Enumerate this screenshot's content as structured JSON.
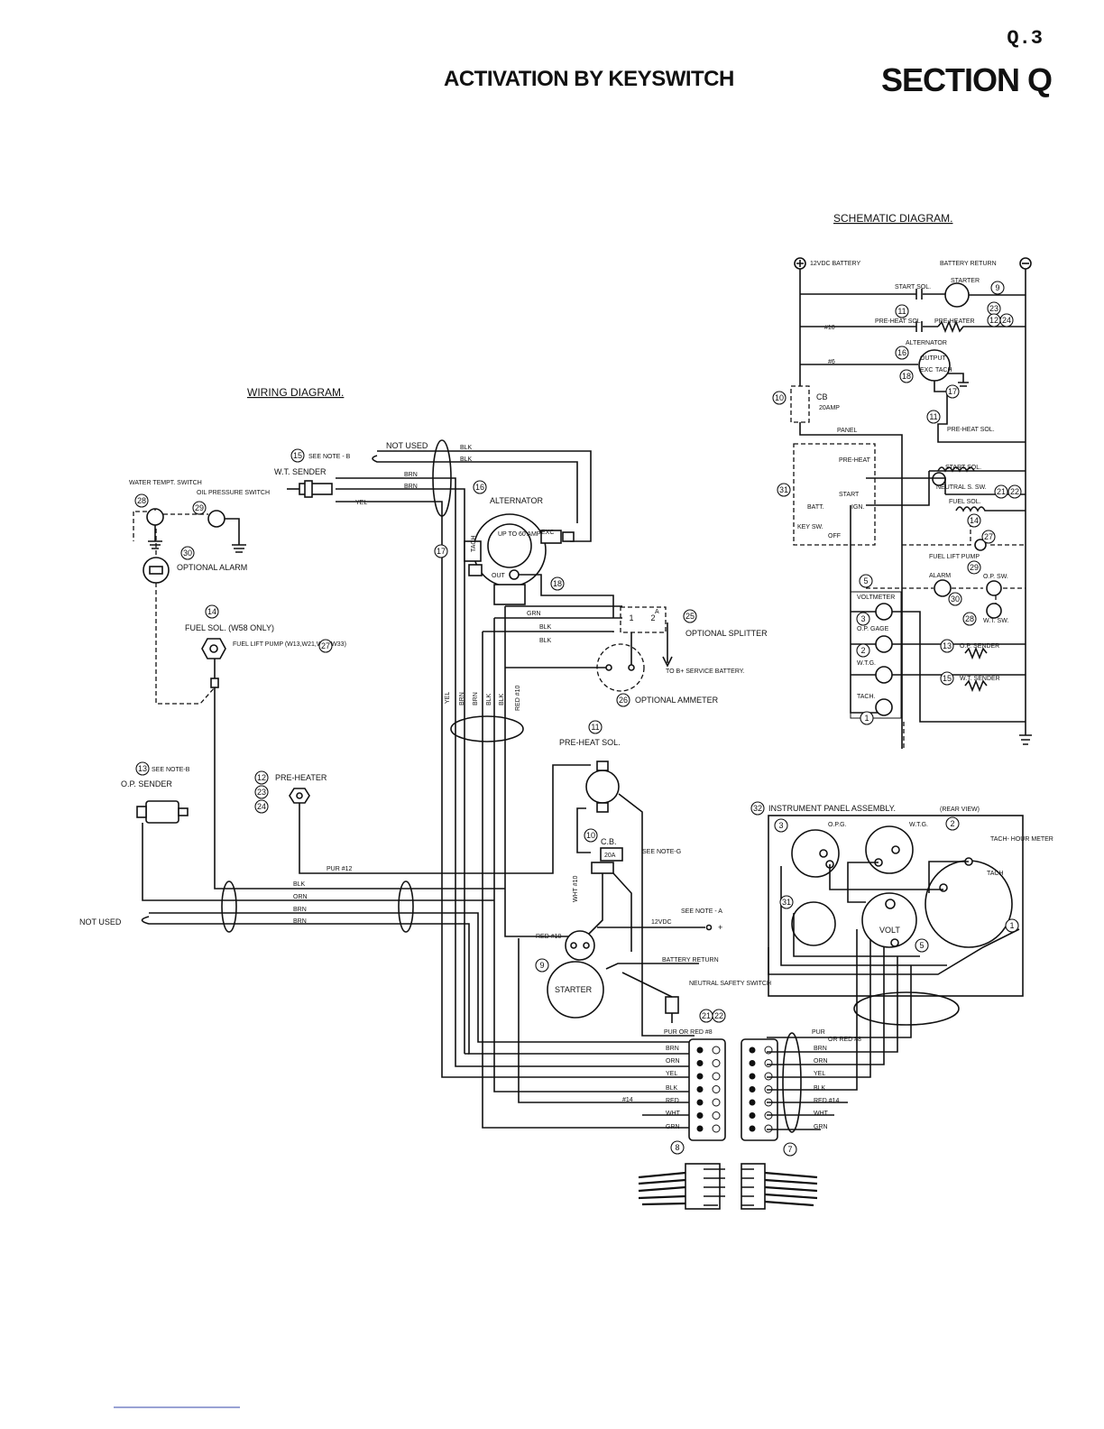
{
  "header": {
    "page_number": "Q.3",
    "title": "ACTIVATION BY KEYSWITCH",
    "section": "SECTION Q"
  },
  "wiring": {
    "title": "WIRING DIAGRAM.",
    "not_used_top": "NOT USED",
    "not_used_left": "NOT USED",
    "see_note_b": "SEE NOTE - B",
    "see_note_b2": "SEE NOTE-B",
    "see_note_g": "SEE NOTE-G",
    "see_note_a": "SEE NOTE - A",
    "wt_sender": "W.T. SENDER",
    "water_temp_switch": "WATER TEMPT. SWITCH",
    "oil_pressure_switch": "OIL PRESSURE SWITCH",
    "optional_alarm": "OPTIONAL ALARM",
    "fuel_sol": "FUEL SOL. (W58 ONLY)",
    "fuel_lift_pump": "FUEL LIFT PUMP (W13,W21,W27,W33)",
    "op_sender": "O.P. SENDER",
    "pre_heater": "PRE-HEATER",
    "alternator": "ALTERNATOR",
    "alt_up_to": "UP TO 60 AMP",
    "alt_out": "OUT",
    "alt_exc": "EXC",
    "alt_tach": "TACH",
    "optional_splitter": "OPTIONAL SPLITTER",
    "to_b_service": "TO B+ SERVICE BATTERY.",
    "optional_ammeter": "OPTIONAL AMMETER",
    "pre_heat_sol": "PRE-HEAT SOL.",
    "cb": "C.B.",
    "cb_20a": "20A",
    "v12dc": "12VDC",
    "battery_return": "BATTERY RETURN",
    "starter": "STARTER",
    "neutral_safety_switch": "NEUTRAL SAFETY SWITCH",
    "pur_or_red_8": "PUR OR RED #8",
    "pur12": "PUR #12",
    "red10": "RED #10",
    "wht10": "WHT #10",
    "n14": "#14",
    "wire_colors_top": [
      "BLK",
      "BLK",
      "BRN",
      "BRN",
      "YEL"
    ],
    "wire_colors_vert": [
      "YEL",
      "BRN",
      "BRN",
      "BLK",
      "BLK",
      "RED #10"
    ],
    "wire_colors_splitter": [
      "GRN",
      "BLK",
      "BLK"
    ],
    "wire_colors_bottom": [
      "BLK",
      "ORN",
      "BRN",
      "BRN"
    ],
    "plug_colors": [
      "BRN",
      "ORN",
      "YEL",
      "BLK",
      "RED",
      "WHT",
      "GRN"
    ],
    "panel_plug_colors": [
      "PUR",
      "OR RED #8",
      "BRN",
      "ORN",
      "YEL",
      "BLK",
      "RED #14",
      "WHT",
      "GRN"
    ],
    "callouts": [
      "15",
      "28",
      "29",
      "30",
      "14",
      "27",
      "13",
      "12",
      "23",
      "24",
      "16",
      "17",
      "18",
      "25",
      "26",
      "11",
      "10",
      "9",
      "21",
      "22",
      "8",
      "7"
    ]
  },
  "schematic": {
    "title": "SCHEMATIC DIAGRAM.",
    "battery_12v": "12VDC BATTERY",
    "battery_return": "BATTERY RETURN",
    "start_sol": "START SOL.",
    "starter": "STARTER",
    "pre_heat_sol": "PRE-HEAT SOL.",
    "pre_heater": "PRE-HEATER",
    "alternator": "ALTERNATOR",
    "output": "OUTPUT",
    "exc": "EXC",
    "tach": "TACH",
    "cb": "CB",
    "cb_20amp": "20AMP",
    "panel": "PANEL",
    "pre_heat": "PRE-HEAT",
    "start": "START",
    "batt": "BATT.",
    "ign": "IGN.",
    "key_sw": "KEY SW.",
    "off": "OFF",
    "start_sol2": "START SOL.",
    "neutral_s_sw": "NEUTRAL S. SW.",
    "fuel_sol": "FUEL SOL.",
    "fuel_lift_pump": "FUEL LIFT PUMP",
    "alarm": "ALARM",
    "op_sw": "O.P. SW.",
    "wt_sw": "W.T. SW.",
    "voltmeter": "VOLTMETER",
    "op_gage": "O.P. GAGE",
    "wtg": "W.T.G.",
    "tach_lbl": "TACH.",
    "op_sender": "O.P. SENDER",
    "wt_sender": "W.T. SENDER",
    "n10": "#10",
    "n6": "#6"
  },
  "panel": {
    "title": "INSTRUMENT PANEL ASSEMBLY.",
    "rear_view": "(REAR VIEW)",
    "opg": "O.P.G.",
    "wtg": "W.T.G.",
    "tach_hour_meter": "TACH- HOUR METER",
    "tach": "TACH",
    "volt": "VOLT"
  }
}
